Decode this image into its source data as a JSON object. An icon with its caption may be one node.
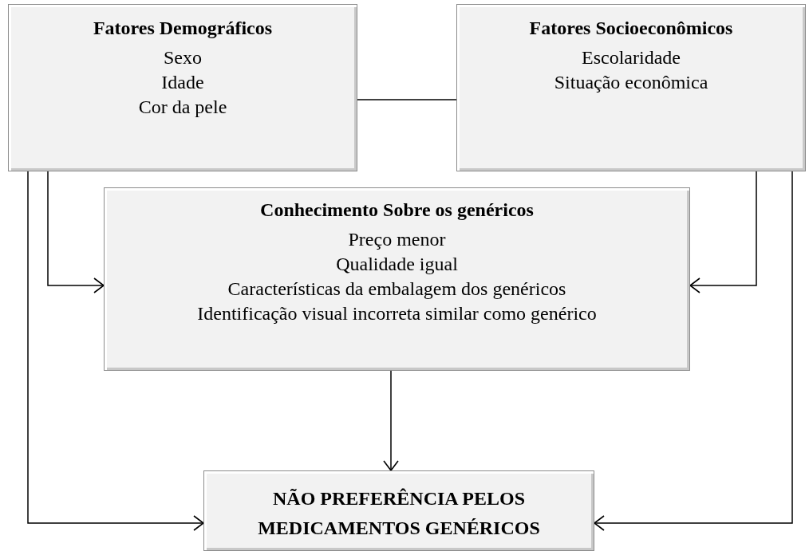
{
  "diagram": {
    "nodes": [
      {
        "text": [
          "Fatores Demográficos",
          "Sexo",
          "Idade",
          "Cor da pele"
        ]
      },
      {
        "text": [
          "Fatores Socioeconômicos",
          "Escolaridade",
          "Situação econômica"
        ]
      },
      {
        "text": [
          "Conhecimento Sobre os genéricos",
          "Preço menor",
          "Qualidade igual",
          "Características da embalagem dos genéricos",
          "Identificação visual incorreta similar como genérico"
        ]
      },
      {
        "text": [
          "NÃO PREFERÊNCIA PELOS MEDICAMENTOS GENÉRICOS"
        ]
      }
    ],
    "edges": [
      {
        "from": 0,
        "to": 1,
        "arrow": "none"
      },
      {
        "from": 0,
        "to": 2,
        "arrow": "to"
      },
      {
        "from": 1,
        "to": 2,
        "arrow": "to"
      },
      {
        "from": 2,
        "to": 3,
        "arrow": "to"
      },
      {
        "from": 0,
        "to": 3,
        "arrow": "to"
      },
      {
        "from": 1,
        "to": 3,
        "arrow": "to"
      }
    ]
  }
}
